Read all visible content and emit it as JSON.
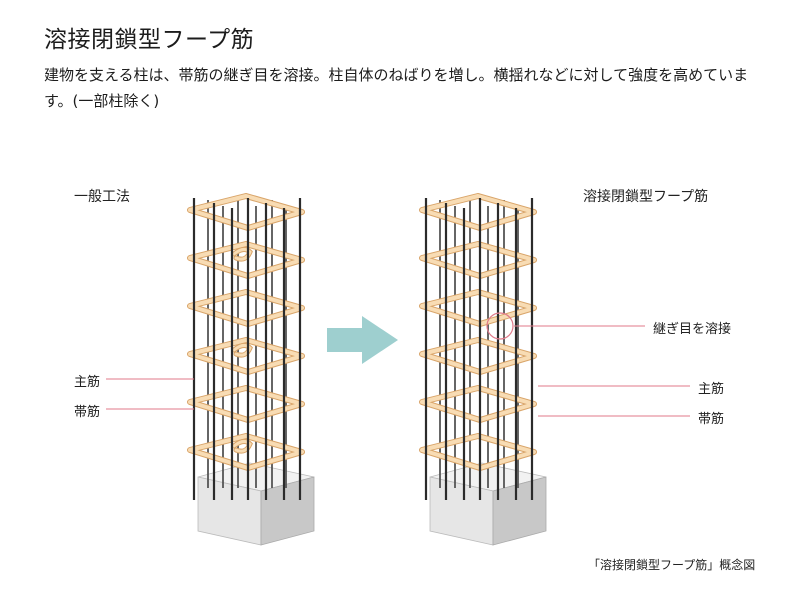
{
  "header": {
    "title": "溶接閉鎖型フープ筋",
    "description": "建物を支える柱は、帯筋の継ぎ目を溶接。柱自体のねばりを増し。横揺れなどに対して強度を高めています。(一部柱除く)"
  },
  "left_column": {
    "heading": "一般工法",
    "callouts": {
      "main_bar": "主筋",
      "hoop": "帯筋"
    }
  },
  "right_column": {
    "heading": "溶接閉鎖型フープ筋",
    "callouts": {
      "weld": "継ぎ目を溶接",
      "main_bar": "主筋",
      "hoop": "帯筋"
    }
  },
  "caption": "「溶接閉鎖型フープ筋」概念図",
  "colors": {
    "hoop_fill": "#f8dcb4",
    "hoop_stroke": "#d9a56a",
    "main_bar": "#2b2b2b",
    "callout_line": "#e07a8a",
    "arrow": "#9ecfcf",
    "base_front": "#e6e6e6",
    "base_right": "#c8c8c8",
    "base_top": "#f2f2f2"
  }
}
